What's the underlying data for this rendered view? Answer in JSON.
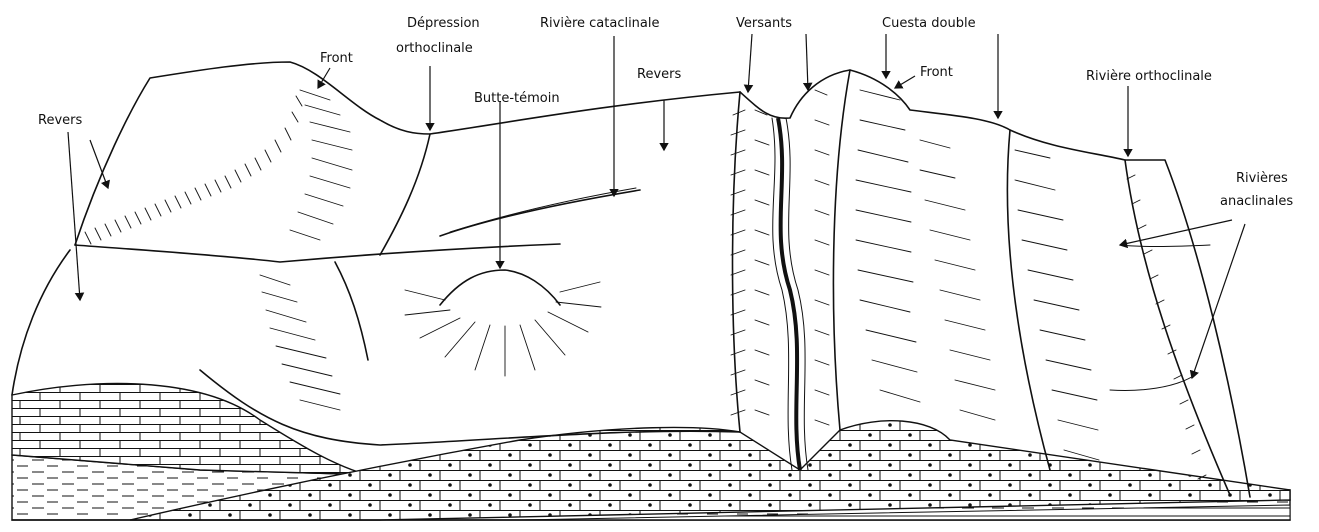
{
  "diagram": {
    "labels": {
      "revers_left": "Revers",
      "front_left": "Front",
      "depression_line1": "Dépression",
      "depression_line2": "orthoclinale",
      "butte": "Butte-témoin",
      "riviere_cataclinale": "Rivière cataclinale",
      "revers_center": "Revers",
      "versants": "Versants",
      "cuesta_double": "Cuesta double",
      "front_right": "Front",
      "riviere_orthoclinale": "Rivière orthoclinale",
      "rivieres_line1": "Rivières",
      "rivieres_line2": "anaclinales"
    }
  }
}
